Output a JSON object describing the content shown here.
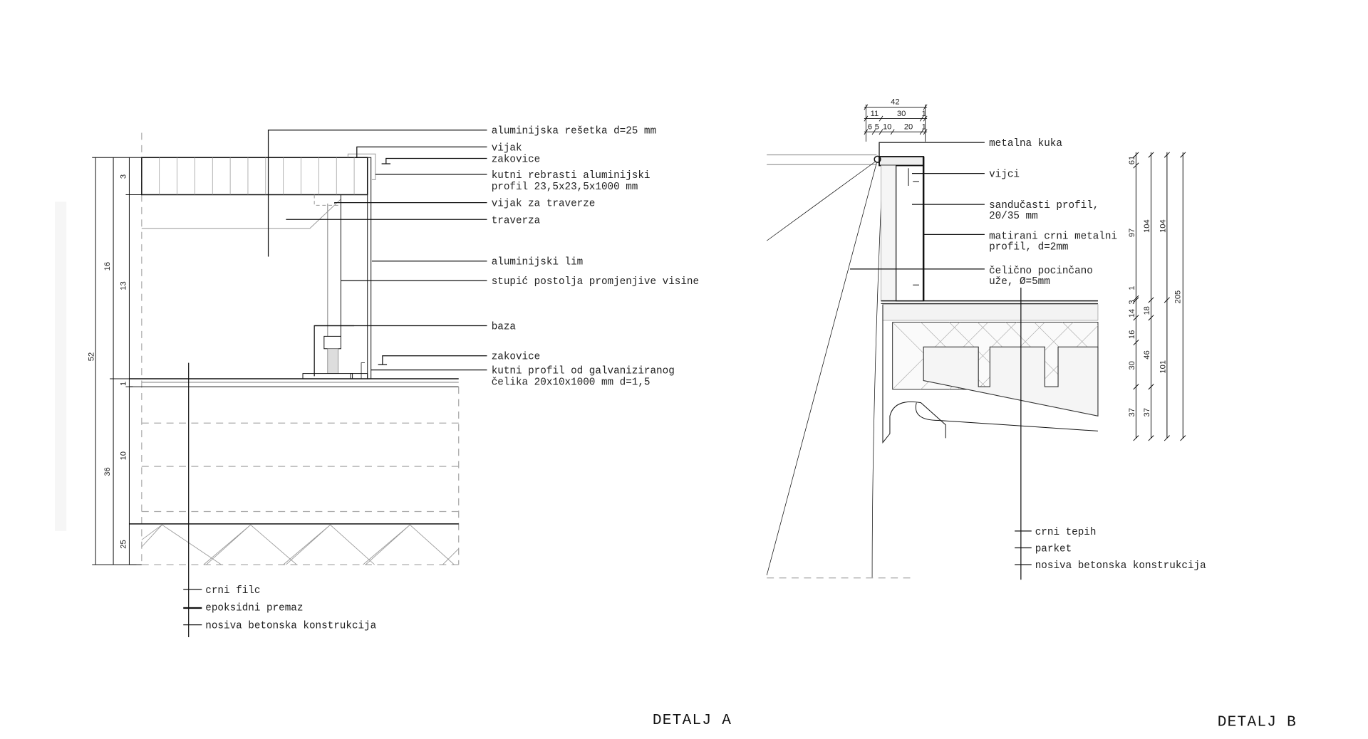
{
  "detail_a": {
    "title": "DETALJ A",
    "labels": [
      "aluminijska rešetka d=25 mm",
      "vijak",
      "zakovice",
      "kutni rebrasti aluminijski",
      "profil 23,5x23,5x1000 mm",
      "vijak za traverze",
      "traverza",
      "aluminijski lim",
      "stupić postolja promjenjive visine",
      "baza",
      "zakovice",
      "kutni profil od galvaniziranog",
      "čelika 20x10x1000 mm d=1,5"
    ],
    "floor_labels": [
      "crni filc",
      "epoksidni premaz",
      "nosiva betonska konstrukcija"
    ],
    "dimensions": {
      "outer": "52",
      "mid": [
        "16",
        "36"
      ],
      "inner": [
        "3",
        "13",
        "1",
        "10",
        "25"
      ]
    }
  },
  "detail_b": {
    "title": "DETALJ B",
    "labels": [
      "metalna kuka",
      "vijci",
      "sandučasti profil,",
      "20/35 mm",
      "matirani crni metalni",
      "profil, d=2mm",
      "čelično pocinčano",
      "uže, Ø=5mm"
    ],
    "floor_labels": [
      "crni tepih",
      "parket",
      "nosiva betonska konstrukcija"
    ],
    "top_dimensions": {
      "row1": [
        "42"
      ],
      "row2": [
        "11",
        "30",
        "1"
      ],
      "row3": [
        "6",
        "5",
        "10",
        "20",
        "1"
      ]
    },
    "side_dimensions": {
      "col1": [
        "61",
        "97",
        "1",
        "3",
        "14",
        "16",
        "30",
        "37"
      ],
      "col2": [
        "104",
        "18",
        "46",
        "37"
      ],
      "col3": [
        "104",
        "101"
      ],
      "col4": [
        "205"
      ]
    }
  }
}
